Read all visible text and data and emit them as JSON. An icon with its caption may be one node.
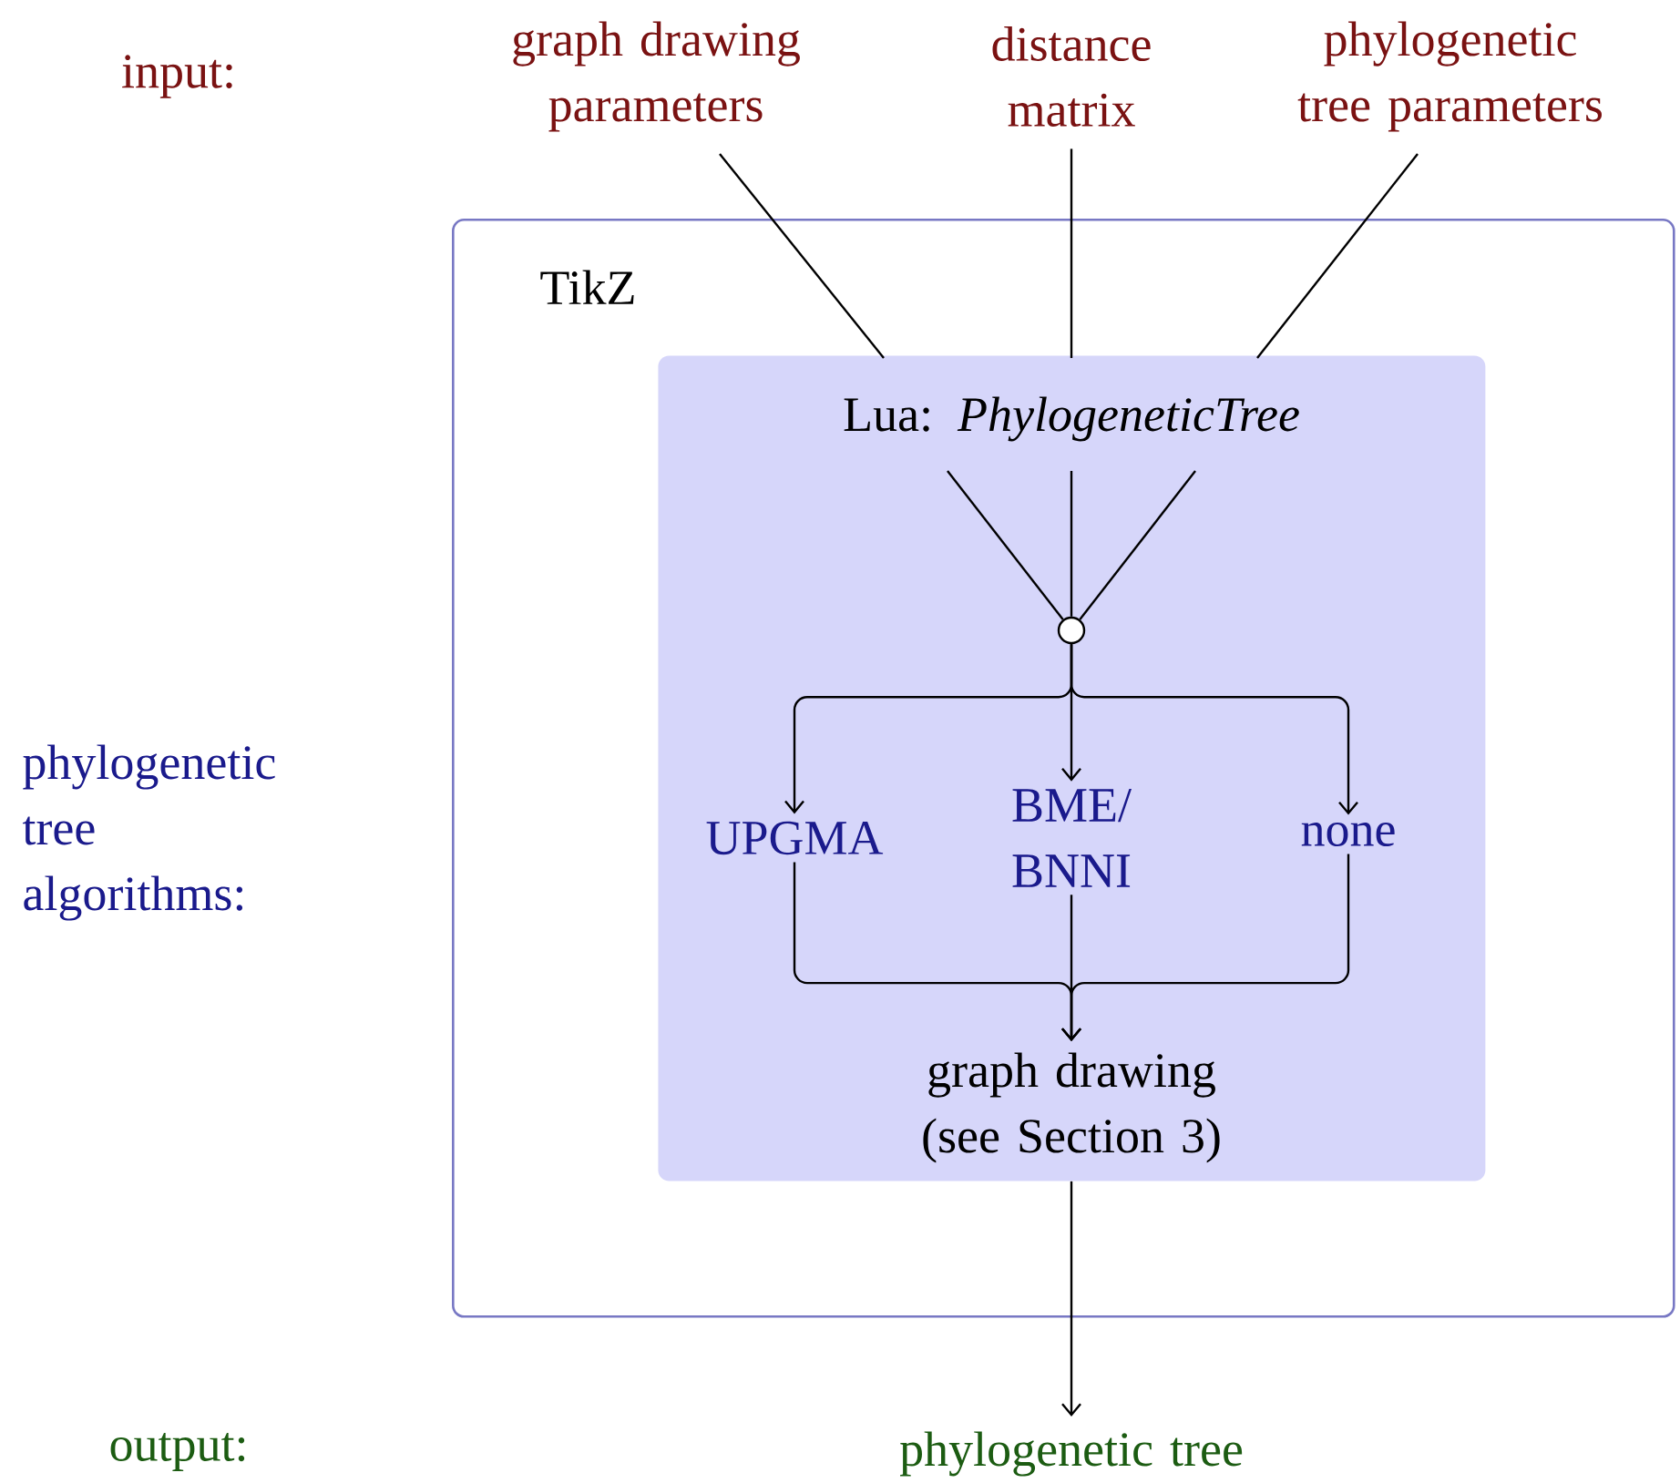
{
  "diagram": {
    "nodes": [
      {
        "text": [
          "graph drawing parameters"
        ]
      },
      {
        "text": [
          "distance matrix"
        ]
      },
      {
        "text": [
          "phylogenetic tree parameters"
        ]
      },
      {
        "text": [
          "TikZ"
        ]
      },
      {
        "text": [],
        "shape": "box",
        "in": 3
      },
      {
        "text": [
          "Lua: *PhylogeneticTree*"
        ],
        "in": 4
      },
      {
        "text": [],
        "shape": "circle",
        "in": 4
      },
      {
        "text": [
          "UPGMA"
        ],
        "in": 4
      },
      {
        "text": [
          "BME/ BNNI"
        ],
        "in": 4
      },
      {
        "text": [
          "none"
        ],
        "in": 4
      },
      {
        "text": [
          "graph drawing (see Section 3)"
        ],
        "in": 4
      },
      {
        "text": [
          "phylogenetic tree"
        ]
      }
    ],
    "edges": [
      {
        "from": 0,
        "to": 5,
        "arrow": "none"
      },
      {
        "from": 1,
        "to": 5,
        "arrow": "none"
      },
      {
        "from": 2,
        "to": 5,
        "arrow": "none"
      },
      {
        "from": 5,
        "to": 6,
        "arrow": "none"
      },
      {
        "from": 5,
        "to": 6,
        "arrow": "none"
      },
      {
        "from": 5,
        "to": 6,
        "arrow": "none"
      },
      {
        "from": 6,
        "to": 7,
        "arrow": "to"
      },
      {
        "from": 6,
        "to": 8,
        "arrow": "to"
      },
      {
        "from": 6,
        "to": 9,
        "arrow": "to"
      },
      {
        "from": 7,
        "to": 10,
        "arrow": "to"
      },
      {
        "from": 8,
        "to": 10,
        "arrow": "to"
      },
      {
        "from": 9,
        "to": 10,
        "arrow": "to"
      },
      {
        "from": 10,
        "to": 11,
        "arrow": "to"
      }
    ],
    "labels": [
      "input:",
      "phylogenetic tree algorithms:",
      "output:"
    ]
  }
}
